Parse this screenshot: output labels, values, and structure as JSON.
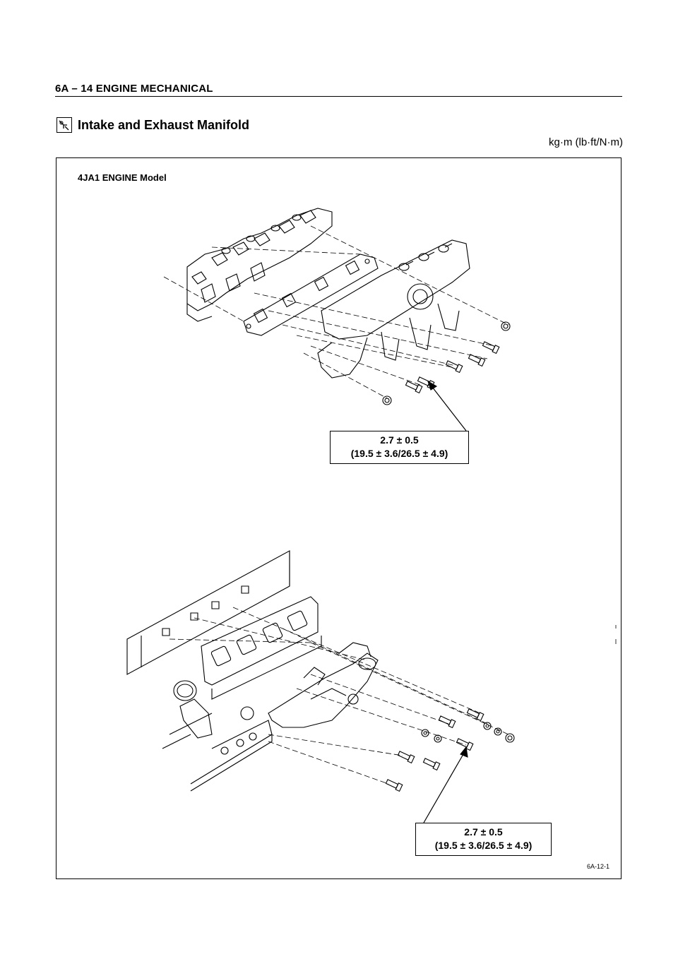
{
  "header": {
    "page_title": "6A – 14  ENGINE MECHANICAL"
  },
  "section": {
    "icon": "torque-wrench-icon",
    "title": "Intake and Exhaust Manifold",
    "units": "kg·m (lb·ft/N·m)"
  },
  "figure": {
    "model_label": "4JA1 ENGINE Model",
    "intake_spec": {
      "line1": "2.7 ± 0.5",
      "line2": "(19.5 ± 3.6/26.5 ± 4.9)"
    },
    "exhaust_spec": {
      "line1": "2.7 ± 0.5",
      "line2": "(19.5 ± 3.6/26.5 ± 4.9)"
    },
    "figure_code": "6A-12-1"
  }
}
